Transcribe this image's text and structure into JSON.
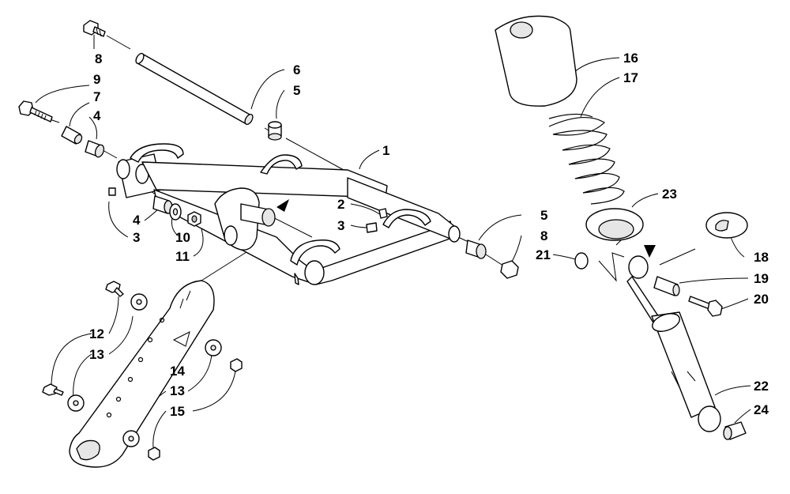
{
  "callouts": {
    "c1": "1",
    "c2": "2",
    "c3a": "3",
    "c3b": "3",
    "c4a": "4",
    "c4b": "4",
    "c5a": "5",
    "c5b": "5",
    "c6": "6",
    "c7": "7",
    "c8a": "8",
    "c8b": "8",
    "c9": "9",
    "c10": "10",
    "c11": "11",
    "c12": "12",
    "c13a": "13",
    "c13b": "13",
    "c14": "14",
    "c15": "15",
    "c16": "16",
    "c17": "17",
    "c18": "18",
    "c19": "19",
    "c20": "20",
    "c21": "21",
    "c22": "22",
    "c23": "23",
    "c24": "24"
  }
}
